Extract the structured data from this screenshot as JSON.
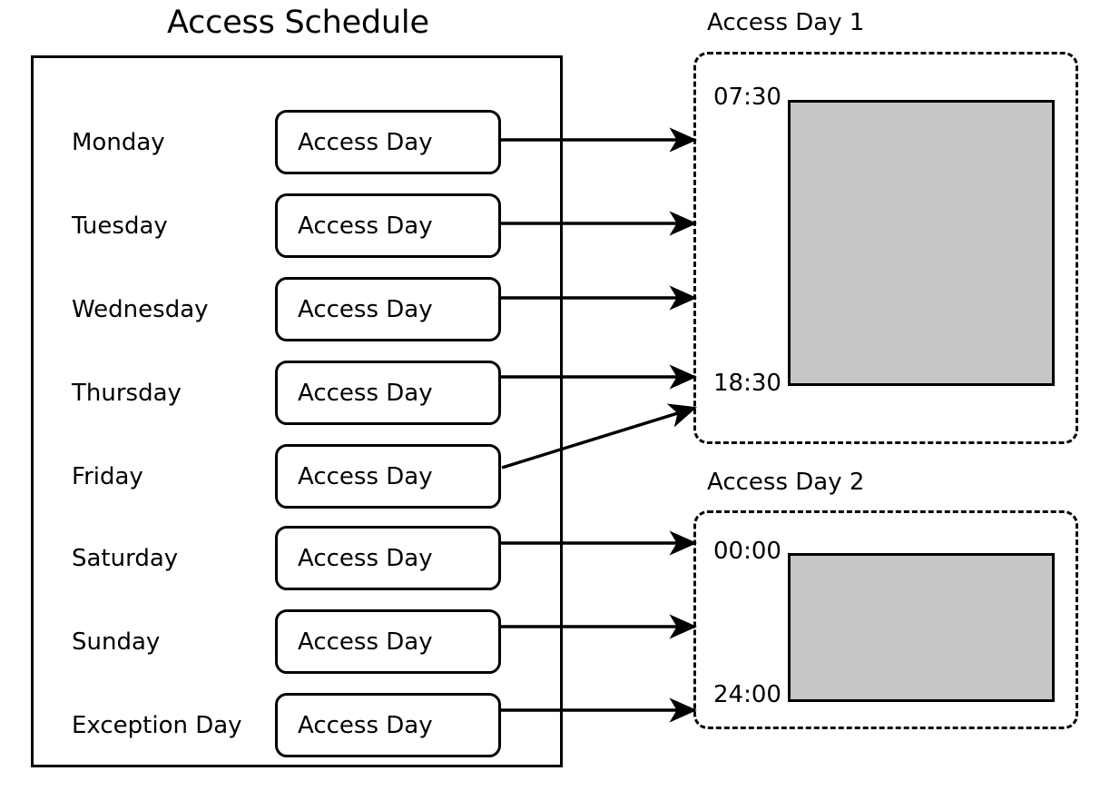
{
  "title": "Access Schedule",
  "schedule": {
    "box_label": "Access Day",
    "rows": [
      {
        "day": "Monday",
        "box_label": "Access Day",
        "target": "Access Day 1"
      },
      {
        "day": "Tuesday",
        "box_label": "Access Day",
        "target": "Access Day 1"
      },
      {
        "day": "Wednesday",
        "box_label": "Access Day",
        "target": "Access Day 1"
      },
      {
        "day": "Thursday",
        "box_label": "Access Day",
        "target": "Access Day 1"
      },
      {
        "day": "Friday",
        "box_label": "Access Day",
        "target": "Access Day 1"
      },
      {
        "day": "Saturday",
        "box_label": "Access Day",
        "target": "Access Day 2"
      },
      {
        "day": "Sunday",
        "box_label": "Access Day",
        "target": "Access Day 2"
      },
      {
        "day": "Exception Day",
        "box_label": "Access Day",
        "target": "Access Day 2"
      }
    ]
  },
  "panels": [
    {
      "title": "Access Day 1",
      "start_time": "07:30",
      "end_time": "18:30",
      "block_color": "#c6c6c6"
    },
    {
      "title": "Access Day 2",
      "start_time": "00:00",
      "end_time": "24:00",
      "block_color": "#c6c6c6"
    }
  ],
  "colors": {
    "stroke": "#000000",
    "background": "#ffffff",
    "block_fill": "#c6c6c6"
  }
}
